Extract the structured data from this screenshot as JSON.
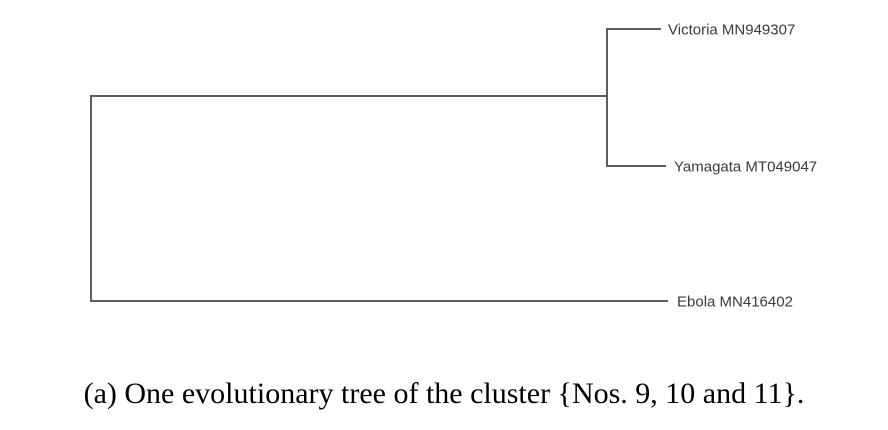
{
  "figure": {
    "background_color": "#ffffff",
    "branch_color": "#5e5e5e",
    "label_color": "#3b3b3b",
    "caption_color": "#000000"
  },
  "tree": {
    "type": "phylogenetic-tree",
    "topology": "((Victoria MN949307, Yamagata MT049047), Ebola MN416402)",
    "taxa": [
      {
        "label": "Victoria MN949307"
      },
      {
        "label": "Yamagata MT049047"
      },
      {
        "label": "Ebola MN416402"
      }
    ]
  },
  "caption": {
    "text": "(a) One evolutionary tree of the cluster {Nos. 9, 10 and 11}."
  }
}
